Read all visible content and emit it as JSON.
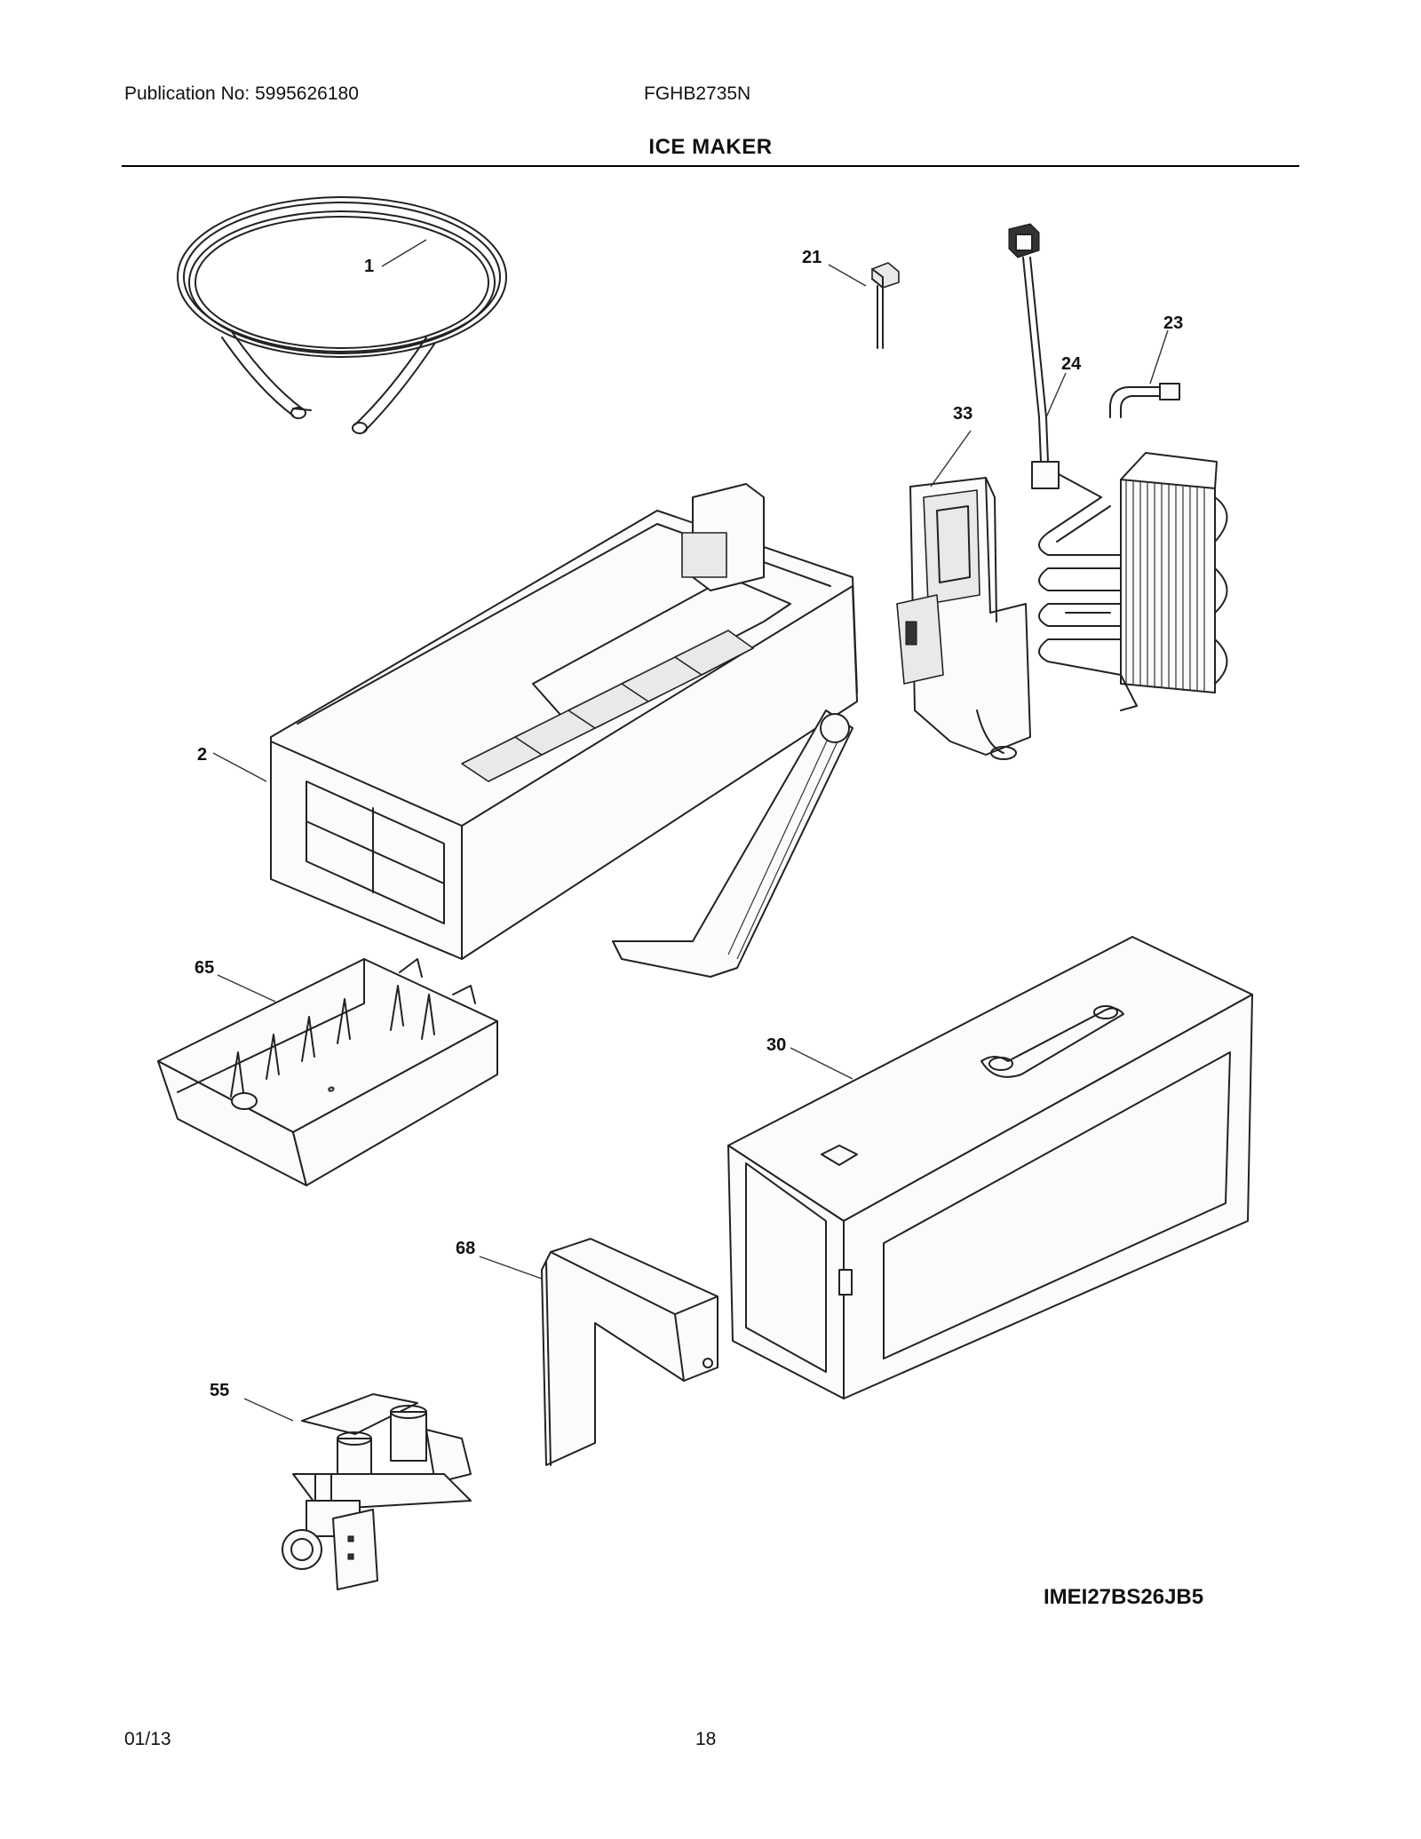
{
  "header": {
    "publication": "Publication No: 5995626180",
    "model": "FGHB2735N",
    "title": "ICE MAKER"
  },
  "parts": [
    {
      "id": "tubing",
      "callout": "1"
    },
    {
      "id": "ice-maker-assembly",
      "callout": "2"
    },
    {
      "id": "sensor-clip",
      "callout": "21"
    },
    {
      "id": "evaporator",
      "callout": "23"
    },
    {
      "id": "heater-harness",
      "callout": "24"
    },
    {
      "id": "ice-bucket",
      "callout": "30"
    },
    {
      "id": "fan-housing",
      "callout": "33"
    },
    {
      "id": "water-valve",
      "callout": "55"
    },
    {
      "id": "mold-tray-cover",
      "callout": "65"
    },
    {
      "id": "front-cover",
      "callout": "68"
    }
  ],
  "footer": {
    "drawing_id": "IMEI27BS26JB5",
    "date": "01/13",
    "page": "18"
  }
}
